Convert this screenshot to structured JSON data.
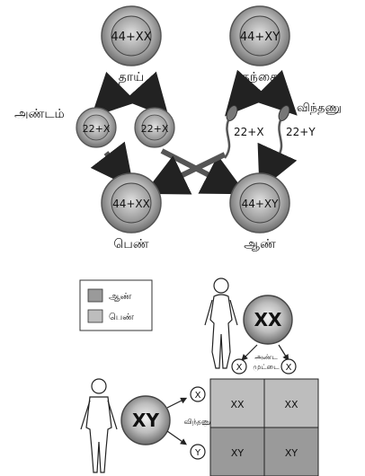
{
  "top": {
    "mother": {
      "karyotype": "44+XX",
      "label": "தாய்"
    },
    "father": {
      "karyotype": "44+XY",
      "label": "தந்தை"
    },
    "egg": {
      "label": "அண்டம்",
      "cell_1": "22+X",
      "cell_2": "22+X"
    },
    "sperm": {
      "label": "விந்தணு",
      "cell_1": "22+X",
      "cell_2": "22+Y"
    },
    "female_child": {
      "karyotype": "44+XX",
      "label": "பெண்"
    },
    "male_child": {
      "karyotype": "44+XY",
      "label": "ஆண்"
    }
  },
  "legend": {
    "male": "ஆண்",
    "female": "பெண்",
    "male_color": "#9a9a9a",
    "female_color": "#bdbdbd"
  },
  "bottom": {
    "female_cell": "XX",
    "female_gamete_label": "அண்ட\nமுட்டை",
    "egg_gamete_1": "X",
    "egg_gamete_2": "X",
    "male_cell": "XY",
    "sperm_label": "விந்தணு",
    "sperm_gamete_1": "X",
    "sperm_gamete_2": "Y",
    "punnett": [
      "XX",
      "XX",
      "XY",
      "XY"
    ]
  }
}
